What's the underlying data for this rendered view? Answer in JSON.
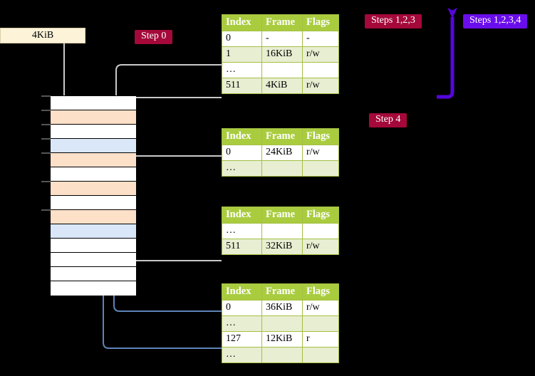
{
  "diagram": {
    "title_absent": true,
    "background_color": "#000000",
    "accent_colors": {
      "table_header": "#a9cc3f",
      "table_alt_row": "#e8eed2",
      "highlight_cell": "#ffffa0",
      "badge_crimson": "#a4093a",
      "badge_violet": "#6a0dec",
      "memory_peach": "#fde0c8",
      "memory_blue": "#d9e7f8",
      "frame_box": "#fcf3d9",
      "wire_gray": "#bdbdbd",
      "wire_blue": "#5e84b8"
    }
  },
  "frame_box": {
    "label": "4KiB"
  },
  "badges": [
    {
      "id": "step0",
      "label": "Step 0",
      "style": "crimson"
    },
    {
      "id": "steps123",
      "label": "Steps 1,2,3",
      "style": "crimson"
    },
    {
      "id": "steps1234",
      "label": "Steps 1,2,3,4",
      "style": "violet"
    },
    {
      "id": "step4",
      "label": "Step 4",
      "style": "crimson"
    }
  ],
  "tables": [
    {
      "id": "level0",
      "headers": [
        "Index",
        "Frame",
        "Flags"
      ],
      "rows": [
        {
          "cells": [
            "0",
            "-",
            "-"
          ],
          "shade": "plain",
          "highlight": []
        },
        {
          "cells": [
            "1",
            "16KiB",
            "r/w"
          ],
          "shade": "alt",
          "highlight": []
        },
        {
          "cells": [
            "…",
            "",
            ""
          ],
          "shade": "plain",
          "highlight": []
        },
        {
          "cells": [
            "511",
            "4KiB",
            "r/w"
          ],
          "shade": "alt",
          "highlight": [
            0,
            1,
            2
          ]
        }
      ]
    },
    {
      "id": "level1",
      "headers": [
        "Index",
        "Frame",
        "Flags"
      ],
      "rows": [
        {
          "cells": [
            "0",
            "24KiB",
            "r/w"
          ],
          "shade": "plain",
          "highlight": []
        },
        {
          "cells": [
            "…",
            "",
            ""
          ],
          "shade": "alt",
          "highlight": []
        }
      ]
    },
    {
      "id": "level2",
      "headers": [
        "Index",
        "Frame",
        "Flags"
      ],
      "rows": [
        {
          "cells": [
            "…",
            "",
            ""
          ],
          "shade": "plain",
          "highlight": []
        },
        {
          "cells": [
            "511",
            "32KiB",
            "r/w"
          ],
          "shade": "alt",
          "highlight": []
        }
      ]
    },
    {
      "id": "level3",
      "headers": [
        "Index",
        "Frame",
        "Flags"
      ],
      "rows": [
        {
          "cells": [
            "0",
            "36KiB",
            "r/w"
          ],
          "shade": "plain",
          "highlight": []
        },
        {
          "cells": [
            "…",
            "",
            ""
          ],
          "shade": "alt",
          "highlight": []
        },
        {
          "cells": [
            "127",
            "12KiB",
            "r"
          ],
          "shade": "plain",
          "highlight": []
        },
        {
          "cells": [
            "…",
            "",
            ""
          ],
          "shade": "alt",
          "highlight": []
        }
      ]
    }
  ],
  "memory_column": {
    "name": "physical-memory",
    "rows": [
      {
        "fill": "white"
      },
      {
        "fill": "peach"
      },
      {
        "fill": "white"
      },
      {
        "fill": "blue"
      },
      {
        "fill": "peach"
      },
      {
        "fill": "white"
      },
      {
        "fill": "peach"
      },
      {
        "fill": "white"
      },
      {
        "fill": "peach"
      },
      {
        "fill": "blue"
      },
      {
        "fill": "white"
      },
      {
        "fill": "white"
      },
      {
        "fill": "white"
      },
      {
        "fill": "white"
      }
    ],
    "tick_rows": [
      0,
      1,
      2,
      3,
      4,
      6,
      8
    ]
  }
}
